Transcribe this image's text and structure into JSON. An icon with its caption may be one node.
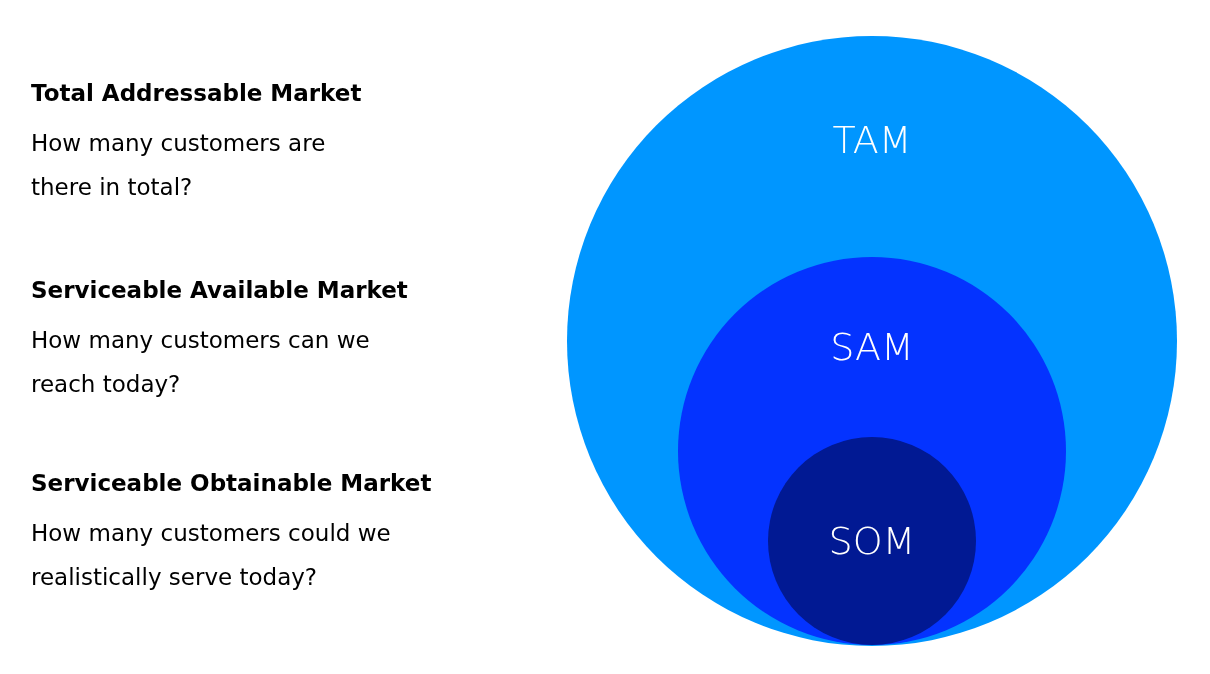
{
  "diagram": {
    "nodes": [
      {
        "text": [
          "TAM"
        ]
      },
      {
        "text": [
          "SAM"
        ],
        "in": 0
      },
      {
        "text": [
          "SOM"
        ],
        "in": 1
      }
    ],
    "labels": [
      "Total Addressable Market",
      "How many customers are there in total?",
      "Serviceable Available Market",
      "How many customers can we reach today?",
      "Serviceable Obtainable Market",
      "How many customers could we realistically serve today?"
    ]
  }
}
